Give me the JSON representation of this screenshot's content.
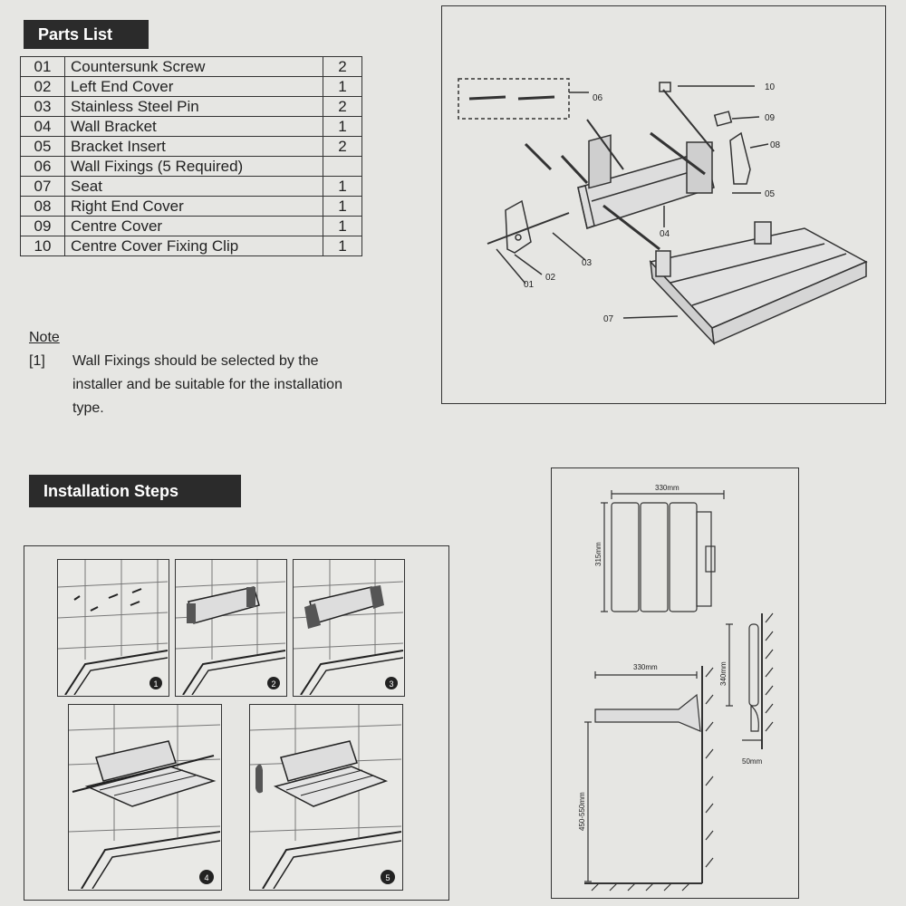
{
  "parts_header": "Parts List",
  "parts": [
    {
      "num": "01",
      "name": "Countersunk Screw",
      "qty": "2"
    },
    {
      "num": "02",
      "name": "Left End Cover",
      "qty": "1"
    },
    {
      "num": "03",
      "name": "Stainless Steel Pin",
      "qty": "2"
    },
    {
      "num": "04",
      "name": "Wall Bracket",
      "qty": "1"
    },
    {
      "num": "05",
      "name": "Bracket Insert",
      "qty": "2"
    },
    {
      "num": "06",
      "name": "Wall Fixings (5 Required)",
      "qty": ""
    },
    {
      "num": "07",
      "name": "Seat",
      "qty": "1"
    },
    {
      "num": "08",
      "name": "Right End Cover",
      "qty": "1"
    },
    {
      "num": "09",
      "name": "Centre Cover",
      "qty": "1"
    },
    {
      "num": "10",
      "name": "Centre Cover Fixing Clip",
      "qty": "1"
    }
  ],
  "note": {
    "title": "Note",
    "ref": "[1]",
    "lines": [
      "Wall Fixings should be selected by the",
      "installer and be suitable for the installation",
      "type."
    ]
  },
  "steps_header": "Installation Steps",
  "exploded_labels": [
    "01",
    "02",
    "03",
    "04",
    "05",
    "06",
    "07",
    "08",
    "09",
    "10"
  ],
  "step_numbers": [
    "1",
    "2",
    "3",
    "4",
    "5"
  ],
  "dims": {
    "seat_width": "330mm",
    "seat_depth": "315mm",
    "projection": "330mm",
    "folded_height": "340mm",
    "folded_depth": "50mm",
    "mount_height": "450-550mm"
  }
}
